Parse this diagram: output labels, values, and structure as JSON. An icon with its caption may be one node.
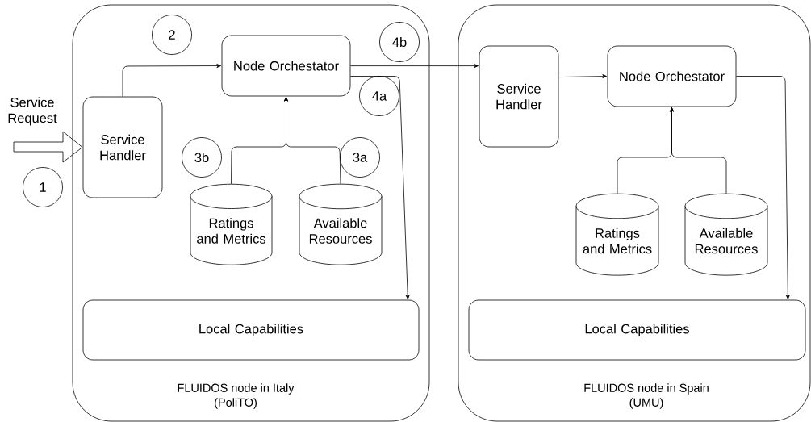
{
  "diagram": {
    "nodes": [
      {
        "text": [
          "FLUIDOS node in Italy",
          "(PoliTO)"
        ]
      },
      {
        "text": [
          "Service Handler"
        ],
        "in": 0
      },
      {
        "text": [
          "Node Orchestator"
        ],
        "in": 0
      },
      {
        "text": [
          "Ratings and Metrics"
        ],
        "in": 0
      },
      {
        "text": [
          "Available Resources"
        ],
        "in": 0
      },
      {
        "text": [
          "Local Capabilities"
        ],
        "in": 0
      },
      {
        "text": [
          "FLUIDOS node in Spain",
          "(UMU)"
        ]
      },
      {
        "text": [
          "Service Handler"
        ],
        "in": 6
      },
      {
        "text": [
          "Node Orchestator"
        ],
        "in": 6
      },
      {
        "text": [
          "Ratings and Metrics"
        ],
        "in": 6
      },
      {
        "text": [
          "Available Resources"
        ],
        "in": 6
      },
      {
        "text": [
          "Local Capabilities"
        ],
        "in": 6
      },
      {
        "text": [
          "1"
        ]
      },
      {
        "text": [
          "2"
        ],
        "in": 0
      },
      {
        "text": [
          "3b"
        ],
        "in": 0
      },
      {
        "text": [
          "3a"
        ],
        "in": 0
      },
      {
        "text": [
          "4a"
        ],
        "in": 0
      },
      {
        "text": [
          "4b"
        ],
        "in": 0
      }
    ],
    "edges": [
      {
        "from": null,
        "to": 1,
        "arrow": "to",
        "label": "Service Request"
      },
      {
        "from": 1,
        "to": 2,
        "arrow": "to"
      },
      {
        "from": 3,
        "to": 2,
        "arrow": "to"
      },
      {
        "from": 4,
        "to": 2,
        "arrow": "to"
      },
      {
        "from": 2,
        "to": 5,
        "arrow": "to"
      },
      {
        "from": 2,
        "to": 7,
        "arrow": "to"
      },
      {
        "from": 7,
        "to": 8,
        "arrow": "to"
      },
      {
        "from": 9,
        "to": 8,
        "arrow": "to"
      },
      {
        "from": 10,
        "to": 8,
        "arrow": "to"
      },
      {
        "from": 8,
        "to": 11,
        "arrow": "to"
      }
    ]
  }
}
